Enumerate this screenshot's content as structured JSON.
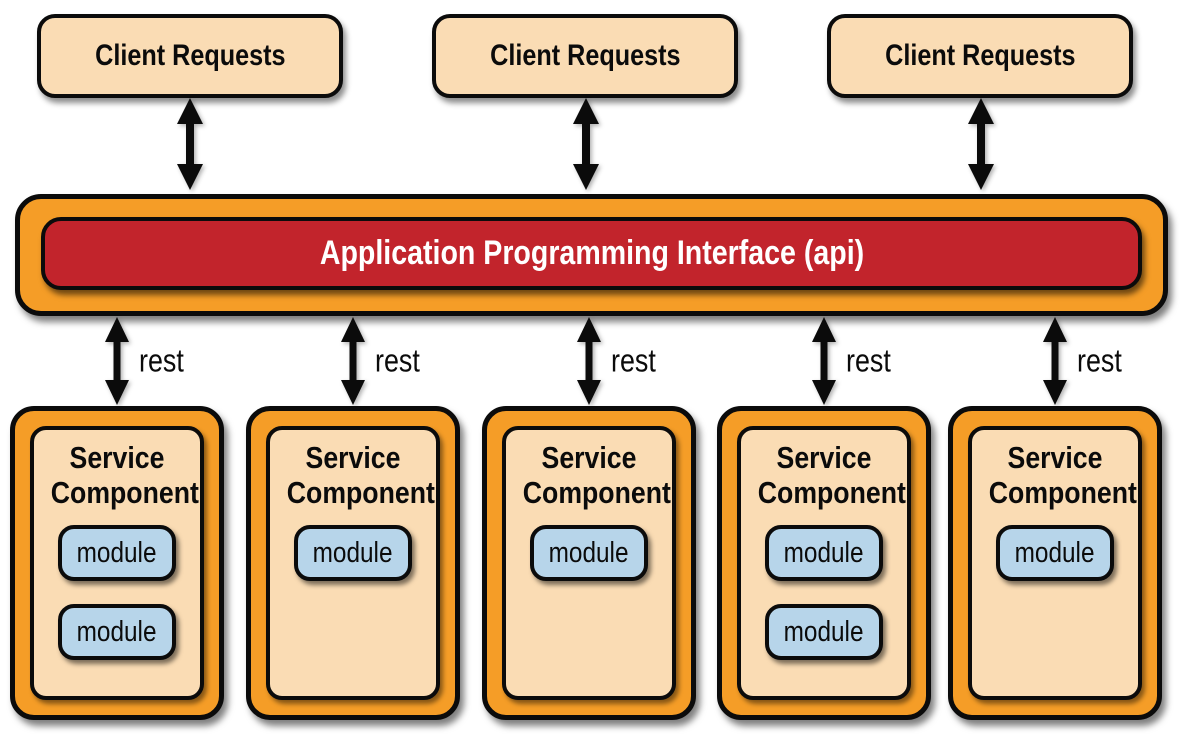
{
  "colors": {
    "tan": "#fadcb4",
    "orange": "#f59d27",
    "red": "#c2242c",
    "blue": "#b7d5ea",
    "ink": "#0b0b0b",
    "api_text": "#ffffff"
  },
  "clients": [
    {
      "label": "Client Requests"
    },
    {
      "label": "Client Requests"
    },
    {
      "label": "Client Requests"
    }
  ],
  "api": {
    "label": "Application Programming Interface (api)"
  },
  "rest_links": [
    {
      "label": "rest"
    },
    {
      "label": "rest"
    },
    {
      "label": "rest"
    },
    {
      "label": "rest"
    },
    {
      "label": "rest"
    }
  ],
  "services": [
    {
      "title": "Service Component",
      "modules": [
        "module",
        "module"
      ]
    },
    {
      "title": "Service Component",
      "modules": [
        "module"
      ]
    },
    {
      "title": "Service Component",
      "modules": [
        "module"
      ]
    },
    {
      "title": "Service Component",
      "modules": [
        "module",
        "module"
      ]
    },
    {
      "title": "Service Component",
      "modules": [
        "module"
      ]
    }
  ]
}
